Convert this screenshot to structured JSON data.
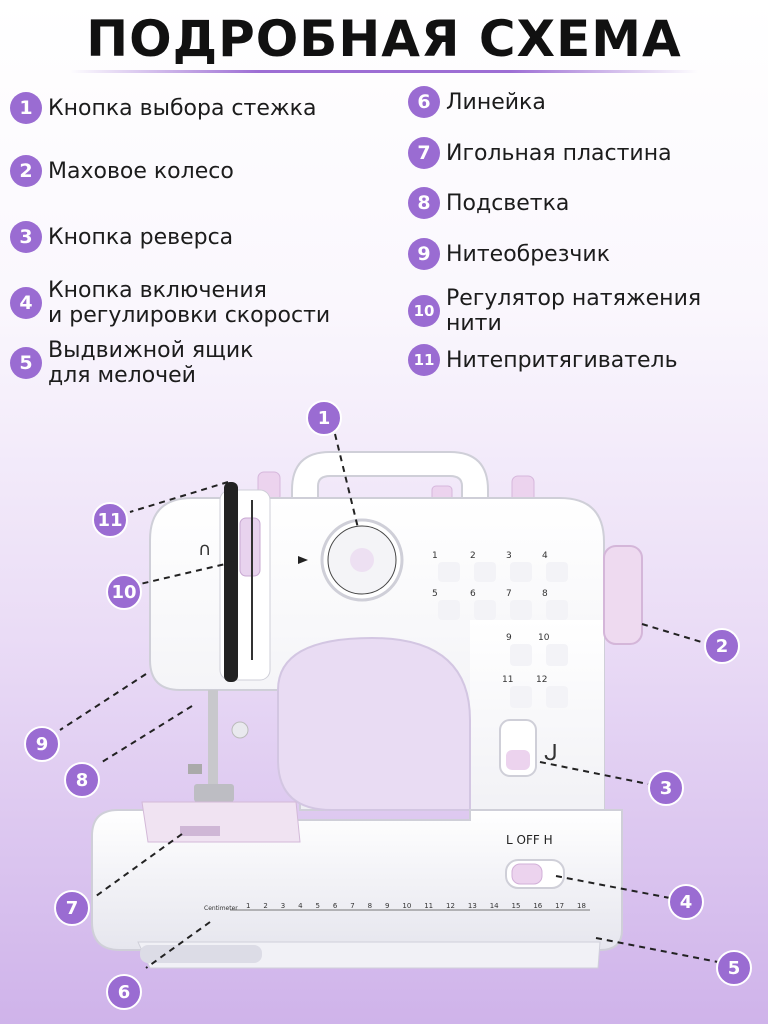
{
  "title": "ПОДРОБНАЯ СХЕМА",
  "legend_left": [
    {
      "num": "1",
      "lines": [
        "Кнопка выбора стежка"
      ]
    },
    {
      "num": "2",
      "lines": [
        "Маховое колесо"
      ]
    },
    {
      "num": "3",
      "lines": [
        "Кнопка реверса"
      ]
    },
    {
      "num": "4",
      "lines": [
        "Кнопка включения",
        "и регулировки скорости"
      ]
    },
    {
      "num": "5",
      "lines": [
        "Выдвижной ящик",
        "для мелочей"
      ]
    }
  ],
  "legend_right": [
    {
      "num": "6",
      "lines": [
        "Линейка"
      ]
    },
    {
      "num": "7",
      "lines": [
        "Игольная пластина"
      ]
    },
    {
      "num": "8",
      "lines": [
        "Подсветка"
      ]
    },
    {
      "num": "9",
      "lines": [
        "Нитеобрезчик"
      ]
    },
    {
      "num": "10",
      "lines": [
        "Регулятор натяжения",
        "нити"
      ]
    },
    {
      "num": "11",
      "lines": [
        "Нитепритягиватель"
      ]
    }
  ],
  "machine": {
    "switch_label": "L  OFF  H",
    "ruler_label": "Centimeter",
    "ruler_ticks": [
      "1",
      "2",
      "3",
      "4",
      "5",
      "6",
      "7",
      "8",
      "9",
      "10",
      "11",
      "12",
      "13",
      "14",
      "15",
      "16",
      "17",
      "18"
    ],
    "stitch_numbers": [
      "1",
      "2",
      "3",
      "4",
      "5",
      "6",
      "7",
      "8",
      "9",
      "10",
      "11",
      "12"
    ]
  },
  "callouts": [
    "1",
    "2",
    "3",
    "4",
    "5",
    "6",
    "7",
    "8",
    "9",
    "10",
    "11"
  ],
  "colors": {
    "accent": "#9a6cd2",
    "body": "#ffffff",
    "pink": "#e7cdea"
  }
}
